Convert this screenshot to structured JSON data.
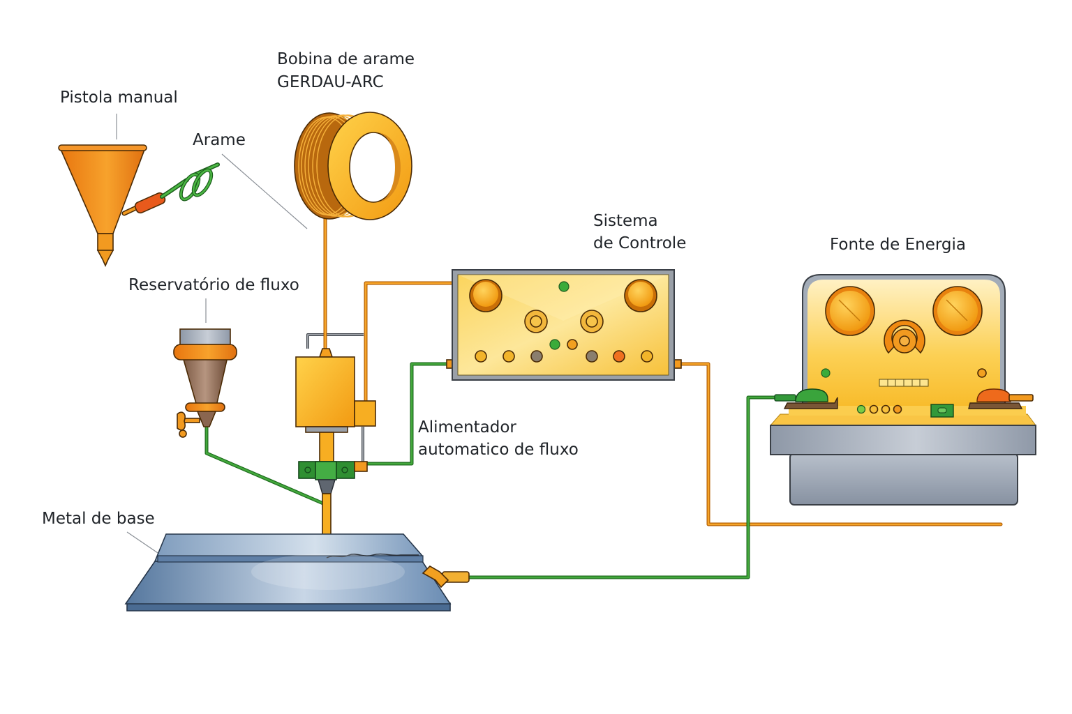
{
  "diagram": {
    "title": "Sistema de soldagem por arco submerso",
    "labels": {
      "bobina_line1": "Bobina de arame",
      "bobina_line2": "GERDAU-ARC",
      "pistola": "Pistola manual",
      "arame": "Arame",
      "reservatorio": "Reservatório de fluxo",
      "sistema_line1": "Sistema",
      "sistema_line2": "de Controle",
      "fonte": "Fonte de Energia",
      "alimentador_line1": "Alimentador",
      "alimentador_line2": "automatico de fluxo",
      "metal": "Metal de base"
    },
    "components": [
      {
        "id": "wire-spool",
        "name": "Bobina de arame GERDAU-ARC",
        "icon": "spool-icon"
      },
      {
        "id": "manual-gun",
        "name": "Pistola manual",
        "icon": "funnel-gun-icon"
      },
      {
        "id": "wire",
        "name": "Arame",
        "icon": "coiled-wire-icon"
      },
      {
        "id": "flux-hopper",
        "name": "Reservatório de fluxo",
        "icon": "hopper-icon"
      },
      {
        "id": "welding-head",
        "name": "Alimentador automatico de fluxo",
        "icon": "welding-head-icon"
      },
      {
        "id": "control-system",
        "name": "Sistema de Controle",
        "icon": "control-panel-icon"
      },
      {
        "id": "power-source",
        "name": "Fonte de Energia",
        "icon": "power-source-icon"
      },
      {
        "id": "base-metal",
        "name": "Metal de base",
        "icon": "metal-plate-icon"
      }
    ],
    "connections": [
      {
        "from": "wire-spool",
        "to": "welding-head",
        "type": "wire-feed",
        "color": "#f6a529"
      },
      {
        "from": "control-system",
        "to": "welding-head",
        "type": "control-cable",
        "color": "#f6a529"
      },
      {
        "from": "control-system",
        "to": "welding-head",
        "type": "flux-feed-cable",
        "color": "#43a83c"
      },
      {
        "from": "control-system",
        "to": "power-source",
        "type": "power-cable",
        "color": "#f6a529"
      },
      {
        "from": "flux-hopper",
        "to": "welding-head",
        "type": "flux-line",
        "color": "#43a83c"
      },
      {
        "from": "power-source",
        "to": "base-metal",
        "type": "ground-cable",
        "color": "#43a83c"
      }
    ],
    "colors": {
      "accent_orange": "#f6a529",
      "accent_green": "#43a83c",
      "panel_yellow": "#fcd15a",
      "metal_blue": "#6f8fb3",
      "steel_gray": "#9aa3b0"
    }
  }
}
